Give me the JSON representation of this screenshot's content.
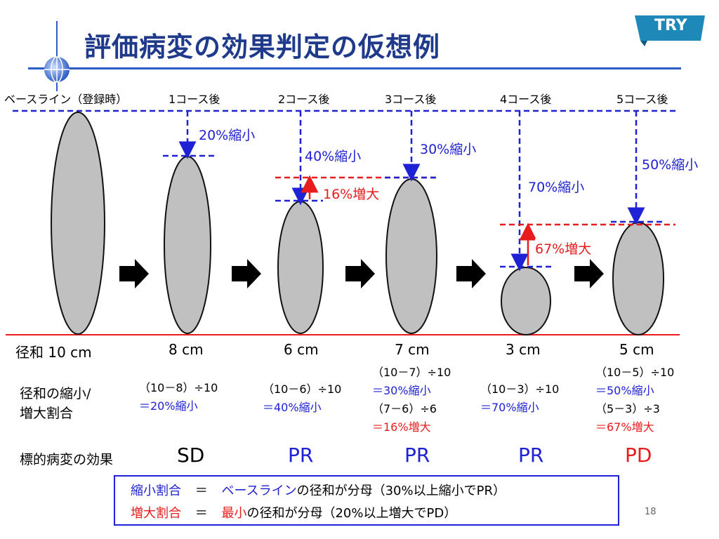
{
  "slide": {
    "title": "評価病変の効果判定の仮想例",
    "badge": "TRY",
    "page_number": "18"
  },
  "stages": [
    {
      "label": "ベースライン（登録時）",
      "size": "径和 10 cm"
    },
    {
      "label": "1コース後",
      "size": "8 cm"
    },
    {
      "label": "2コース後",
      "size": "6 cm"
    },
    {
      "label": "3コース後",
      "size": "7 cm"
    },
    {
      "label": "4コース後",
      "size": "3 cm"
    },
    {
      "label": "5コース後",
      "size": "5 cm"
    }
  ],
  "changes": {
    "c1": "20%縮小",
    "c2_shrink": "40%縮小",
    "c2_grow": "16%増大",
    "c3": "30%縮小",
    "c4_shrink": "70%縮小",
    "c4_grow": "67%増大",
    "c5": "50%縮小"
  },
  "rows": {
    "ratio_label_1": "径和の縮小/",
    "ratio_label_2": "増大割合",
    "effect_label": "標的病変の効果"
  },
  "calcs": {
    "s1_a": "（10－8）÷10",
    "s1_b": "＝20%縮小",
    "s2_a": "（10－6）÷10",
    "s2_b": "＝40%縮小",
    "s3_a": "（10－7）÷10",
    "s3_b": "＝30%縮小",
    "s3_c": "（7－6）÷6",
    "s3_d": "＝16%増大",
    "s4_a": "（10－3）÷10",
    "s4_b": "＝70%縮小",
    "s5_a": "（10－5）÷10",
    "s5_b": "＝50%縮小",
    "s5_c": "（5－3）÷3",
    "s5_d": "＝67%増大"
  },
  "effects": [
    "SD",
    "PR",
    "PR",
    "PR",
    "PD"
  ],
  "legend": {
    "line1_term": "縮小割合",
    "line1_eq": "＝",
    "line1_key": "ベースライン",
    "line1_rest": "の径和が分母（30%以上縮小でPR）",
    "line2_term": "増大割合",
    "line2_eq": "＝",
    "line2_key": "最小",
    "line2_rest": "の径和が分母（20%以上増大でPD）"
  },
  "colors": {
    "blue": "#1f22d4",
    "red": "#e81c1c",
    "title": "#1f3a8a",
    "ellipse_fill": "#c0c0c0",
    "badge": "#1e88b8"
  }
}
